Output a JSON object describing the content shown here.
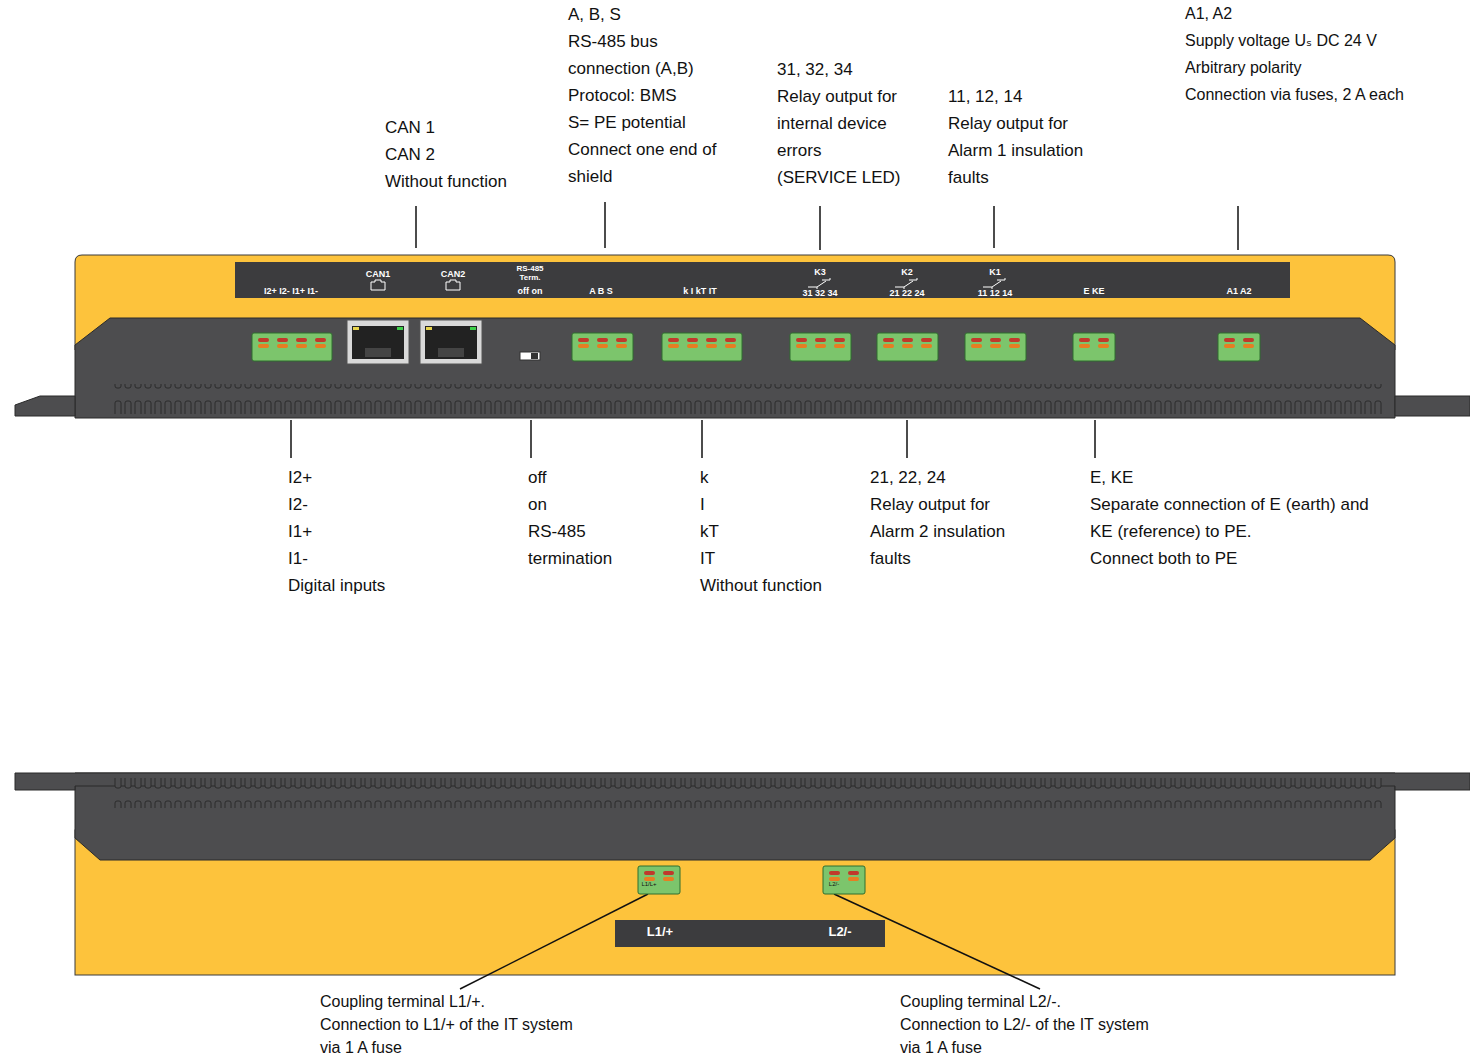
{
  "diagram": {
    "labels": [
      "CAN 1",
      "CAN 2",
      "Without function",
      "A, B, S",
      "RS-485 bus",
      "connection (A,B)",
      "Protocol: BMS",
      "S= PE potential",
      "Connect one end of",
      "shield",
      "31, 32, 34",
      "Relay output for",
      "internal device",
      "errors",
      "(SERVICE LED)",
      "11, 12, 14",
      "Relay output for",
      "Alarm 1 insulation",
      "faults",
      "A1, A2",
      "Supply voltage Uₛ DC 24 V",
      "Arbitrary polarity",
      "Connection via fuses, 2 A each",
      "I2+ I2- I1+ I1-",
      "CAN1",
      "CAN2",
      "RS-485",
      "Term.",
      "off on",
      "A B S",
      "k I kT IT",
      "K3",
      "31 32 34",
      "K2",
      "21 22 24",
      "K1",
      "11 12 14",
      "E KE",
      "A1 A2",
      "I2+",
      "I2-",
      "I1+",
      "I1-",
      "Digital inputs",
      "off",
      "on",
      "RS-485",
      "termination",
      "k",
      "I",
      "kT",
      "IT",
      "Without function",
      "21, 22, 24",
      "Relay output for",
      "Alarm 2 insulation",
      "faults",
      "E, KE",
      "Separate connection of E (earth) and",
      "KE (reference) to PE.",
      "Connect both to PE",
      "L1/L+",
      "L2/-",
      "L1/+",
      "L2/-",
      "Coupling terminal L1/+.",
      "Connection to L1/+ of the IT system",
      "via 1 A fuse",
      "Coupling terminal L2/-.",
      "Connection to L2/- of the IT system",
      "via 1 A fuse"
    ]
  }
}
